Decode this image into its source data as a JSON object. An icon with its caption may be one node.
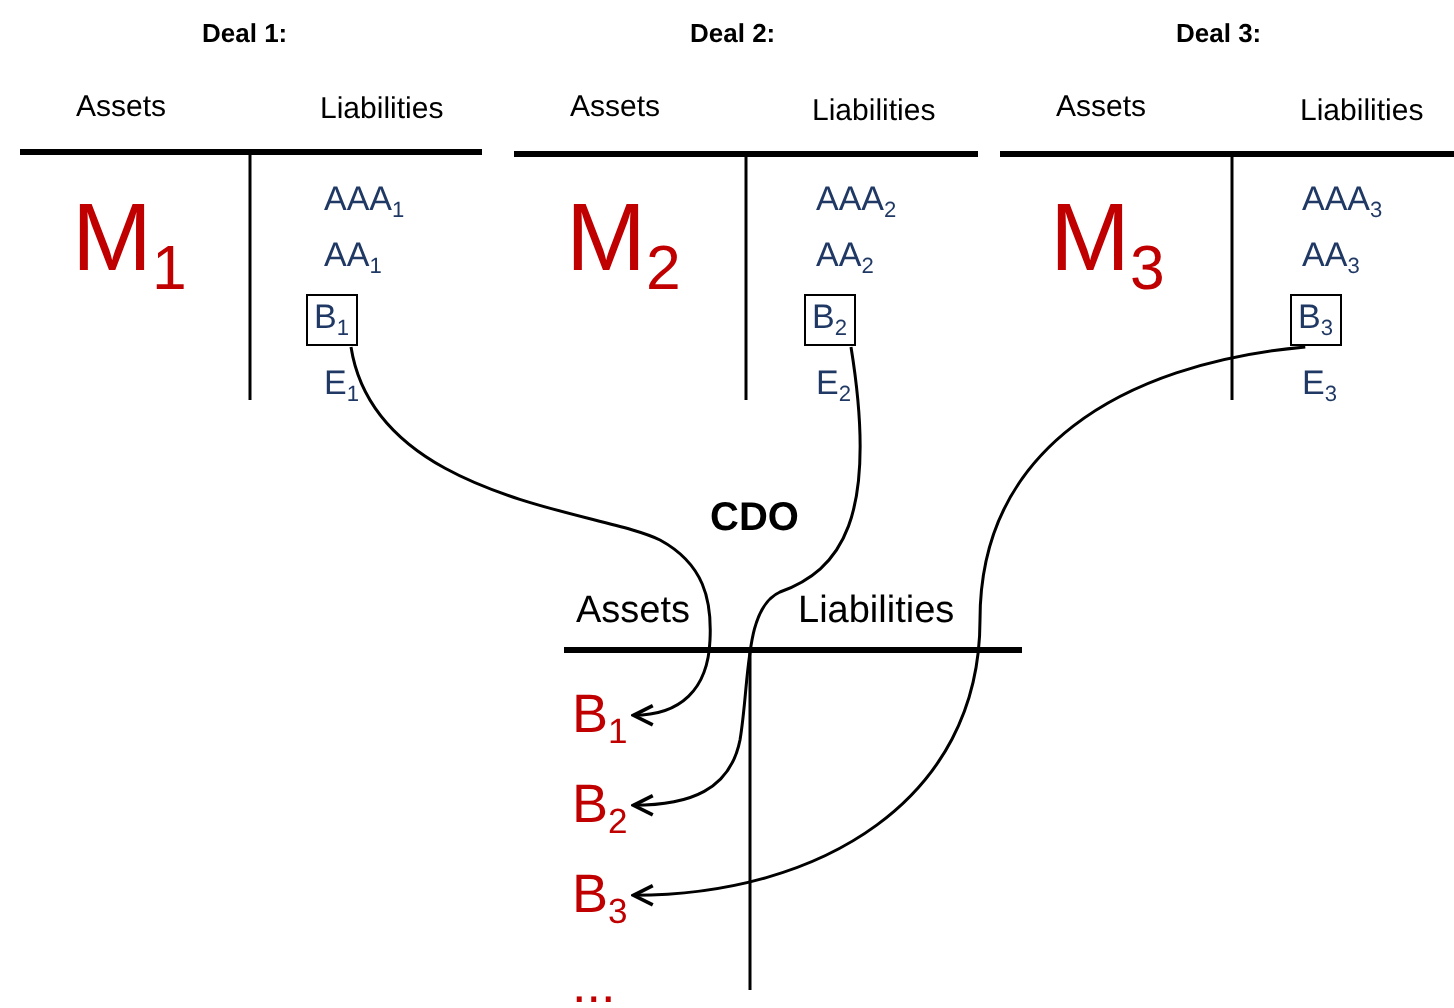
{
  "diagram": {
    "nodes": [
      {
        "text": [
          "B$_{1}$"
        ]
      },
      {
        "text": [
          "B$_{2}$"
        ]
      },
      {
        "text": [
          "B$_{3}$"
        ]
      },
      {
        "text": [
          "B$_{1}$"
        ]
      },
      {
        "text": [
          "B$_{2}$"
        ]
      },
      {
        "text": [
          "B$_{3}$"
        ]
      }
    ],
    "edges": [
      {
        "from": 0,
        "to": 3,
        "arrow": "to"
      },
      {
        "from": 1,
        "to": 4,
        "arrow": "to"
      },
      {
        "from": 2,
        "to": 5,
        "arrow": "to"
      }
    ],
    "labels": [
      "Deal 1:",
      "Deal 2:",
      "Deal 3:",
      "Assets",
      "Liabilities",
      "Assets",
      "Liabilities",
      "Assets",
      "Liabilities",
      "M$_{1}$",
      "AAA$_{1}$",
      "M$_{2}$",
      "AAA$_{2}$",
      "M$_{3}$",
      "AAA$_{3}$",
      "AA$_{1}$",
      "AA$_{2}$",
      "AA$_{3}$",
      "E$_{1}$",
      "E$_{2}$",
      "E$_{3}$",
      "CDO",
      "Assets",
      "Liabilities",
      "..."
    ]
  }
}
